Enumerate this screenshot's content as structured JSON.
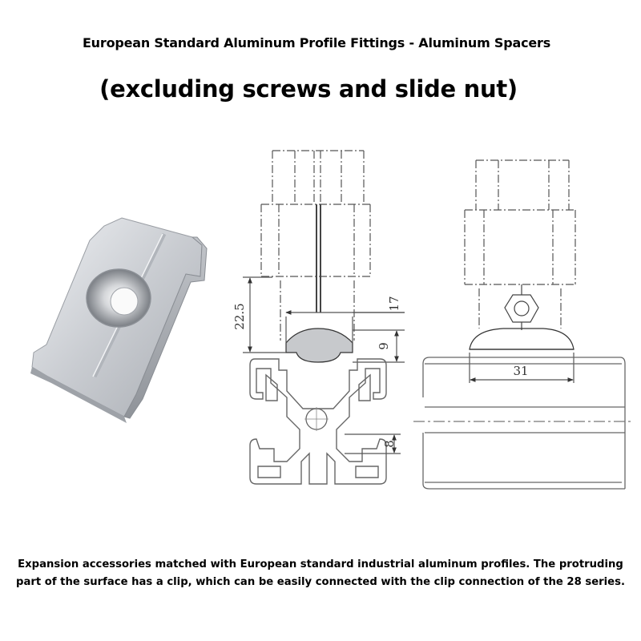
{
  "title": "European Standard Aluminum Profile Fittings - Aluminum Spacers",
  "subtitle": "(excluding screws and slide nut)",
  "dimensions": {
    "height_total": "22.5",
    "width_top": "17",
    "height_clip": "9",
    "slot": "8",
    "base_width": "31"
  },
  "caption": "Expansion accessories matched with European standard industrial aluminum profiles. The protruding part of the surface has a clip, which can be easily connected with the clip connection of the 28 series."
}
